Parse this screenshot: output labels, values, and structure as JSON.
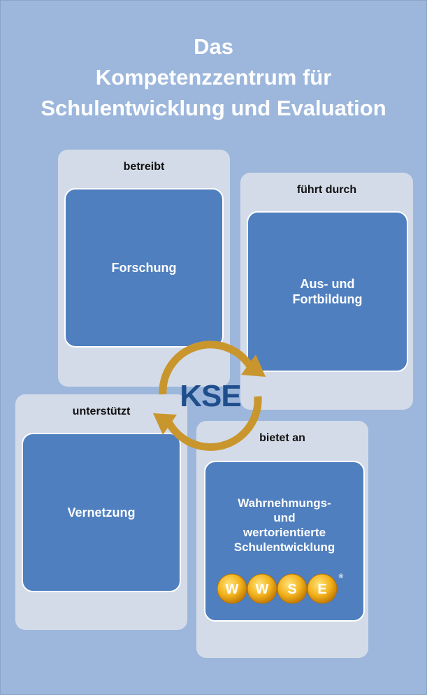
{
  "title": {
    "line1": "Das",
    "line2": "Kompetenzzentrum für",
    "line3": "Schulentwicklung und Evaluation"
  },
  "cards": {
    "forschung": {
      "label": "betreibt",
      "content": "Forschung"
    },
    "fortbildung": {
      "label": "führt durch",
      "content": "Aus- und\nFortbildung"
    },
    "vernetzung": {
      "label": "unterstützt",
      "content": "Vernetzung"
    },
    "wwse": {
      "label": "bietet an",
      "content": "Wahrnehmungs-\nund\nwertorientierte\nSchulentwicklung"
    }
  },
  "center_logo": {
    "text": "KSE",
    "arrow_color": "#c9962e",
    "text_color": "#1f4e8c"
  },
  "wwse_logo": {
    "letters": [
      "W",
      "W",
      "S",
      "E"
    ],
    "registered": "®"
  },
  "colors": {
    "background": "#9db7dc",
    "card": "#d4dbe8",
    "inner_box": "#4f7fbf",
    "coin": "#f2b21c"
  }
}
